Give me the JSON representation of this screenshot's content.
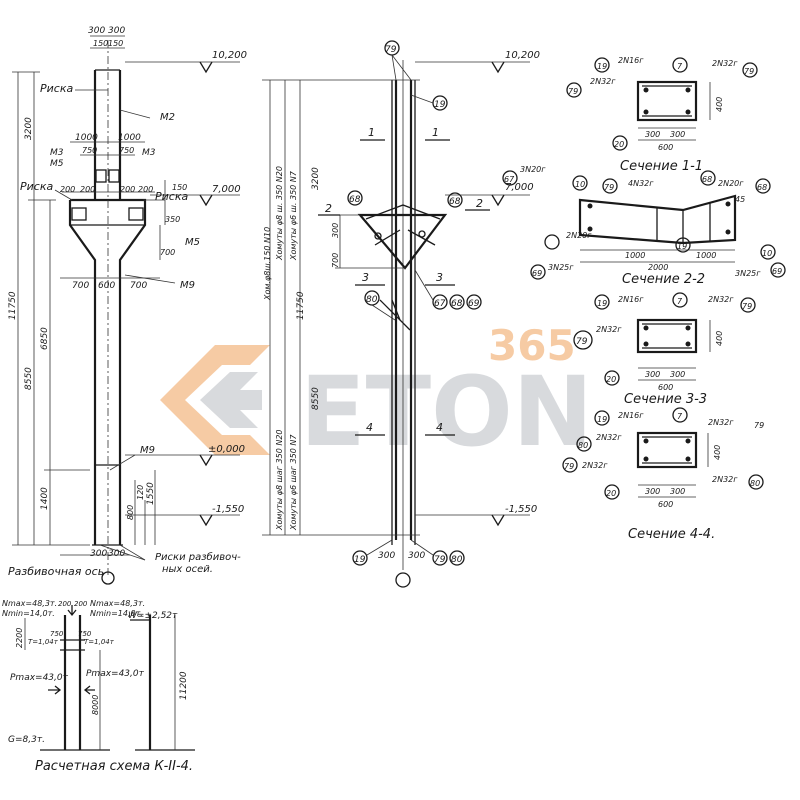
{
  "watermark": {
    "number": "365",
    "word": "ETON",
    "colors": {
      "orange": "#f0a15a",
      "gray": "#b9bdc2"
    }
  },
  "elevation": {
    "levels": {
      "top": "10,200",
      "crane": "7,000",
      "zero": "±0,000",
      "base": "-1,550"
    },
    "labels": {
      "riska1": "Риска",
      "riska2": "Риска",
      "m2": "M2",
      "m3a": "M3",
      "m3b": "M3",
      "m5a": "M5",
      "m5b": "M5",
      "m9a": "M9",
      "m9b": "M9",
      "axis": "Разбивочная ось",
      "risks1": "Риски разбивоч-",
      "risks2": "ных осей."
    },
    "dims": {
      "d300a": "300",
      "d300b": "300",
      "d150a": "150",
      "d150b": "150",
      "d1000a": "1000",
      "d1000b": "1000",
      "d750a": "750",
      "d750b": "750",
      "d200a": "200",
      "d200b": "200",
      "d200c": "200",
      "d200d": "200",
      "d700a": "700",
      "d600": "600",
      "d700b": "700",
      "d150c": "150",
      "d350": "350",
      "d700c": "700",
      "v3200": "3200",
      "v11750": "11750",
      "v8550": "8550",
      "v6850": "6850",
      "v1400": "1400",
      "v1550": "1550",
      "v120": "120",
      "v800": "800",
      "b300a": "300",
      "b300b": "300"
    }
  },
  "rebar": {
    "levels": {
      "top": "10,200",
      "crane": "7,000",
      "base": "-1,550"
    },
    "clamp1": "Хомуты φ8 ш. 350 N20",
    "clamp2": "Хомуты φ6 ш. 350 N7",
    "clamp3": "Хомуты φ8 шаг 350 N20",
    "clamp4": "Хомуты φ6 шаг 350 N7",
    "clamp5": "Хом.φ8ш.150 N10",
    "dims": {
      "v3200": "3200",
      "v11750": "11750",
      "v8550": "8550",
      "v300": "300",
      "v700": "700",
      "b300a": "300",
      "b300b": "300"
    },
    "cuts": {
      "c1a": "1",
      "c1b": "1",
      "c2a": "2",
      "c2b": "2",
      "c3a": "3",
      "c3b": "3",
      "c4a": "4",
      "c4b": "4"
    },
    "marks": {
      "m79top": "79",
      "m19": "19",
      "m68a": "68",
      "m68b": "68",
      "m67": "67",
      "m68c": "68",
      "m69": "69",
      "m80": "80",
      "b19": "19",
      "b79": "79",
      "b80": "80"
    }
  },
  "sections": {
    "s1": {
      "title": "Сечение 1-1",
      "labels": [
        "19",
        "2N16г",
        "7",
        "2N32г",
        "79",
        "2N32г",
        "79",
        "20",
        "300",
        "300",
        "600",
        "400"
      ]
    },
    "s2": {
      "title": "Сечение 2-2",
      "labels": [
        "67",
        "3N20г",
        "10",
        "79",
        "4N32г",
        "2N20г",
        "68",
        "45",
        "68",
        "2N20г",
        "19",
        "1000",
        "1000",
        "10",
        "2000",
        "3N25г",
        "69",
        "3N25г",
        "69"
      ]
    },
    "s3": {
      "title": "Сечение 3-3",
      "labels": [
        "19",
        "2N16г",
        "7",
        "2N32г",
        "79",
        "2N32г",
        "79",
        "20",
        "300",
        "300",
        "600",
        "400"
      ]
    },
    "s4": {
      "title": "Сечение 4-4.",
      "labels": [
        "19",
        "2N16г",
        "7",
        "2N32г",
        "79",
        "80",
        "2N32г",
        "400",
        "79",
        "2N32г",
        "2N32г",
        "80",
        "20",
        "300",
        "300",
        "600"
      ]
    }
  },
  "scheme": {
    "title": "Расчетная схема К-II-4.",
    "labels": {
      "nmax1": "Nmax=48,3т.",
      "nmin1": "Nmin=14,0т.",
      "nmax2": "Nmax=48,3т.",
      "nmin2": "Nmin=14,0т.",
      "w": "W=±2,52т",
      "d200a": "200",
      "d200b": "200",
      "t1": "T=1,04т",
      "t2": "T=1,04т",
      "d750a": "750",
      "d750b": "750",
      "v2200": "2200",
      "pmax1": "Pmax=43,0т",
      "pmax2": "Pmax=43,0т",
      "v8000": "8000",
      "v11200": "11200",
      "g": "G=8,3т."
    }
  }
}
